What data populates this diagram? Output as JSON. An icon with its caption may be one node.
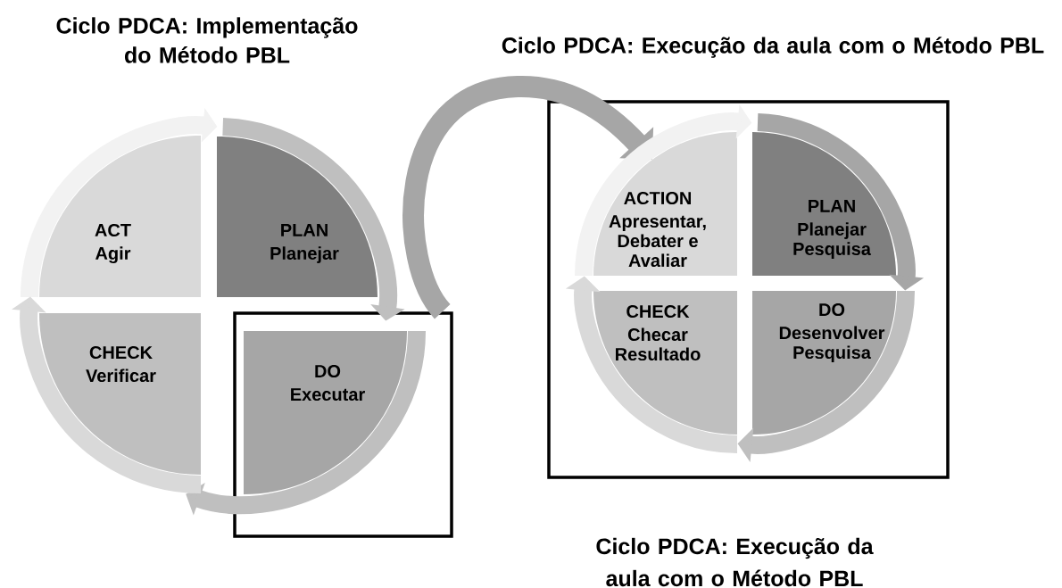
{
  "diagram": {
    "nodes": [
      {
        "text": [
          "ACT",
          "Agir"
        ]
      },
      {
        "text": [
          "PLAN",
          "Planejar"
        ]
      },
      {
        "text": [
          "CHECK",
          "Verificar"
        ]
      },
      {
        "text": [],
        "shape": "box"
      },
      {
        "text": [
          "DO",
          "Executar"
        ],
        "in": 3
      },
      {
        "text": [],
        "shape": "box"
      },
      {
        "text": [
          "ACTION",
          "Apresentar, Debater e Avaliar"
        ],
        "in": 5
      },
      {
        "text": [
          "PLAN",
          "Planejar Pesquisa"
        ],
        "in": 5
      },
      {
        "text": [
          "CHECK",
          "Checar Resultado"
        ],
        "in": 5
      },
      {
        "text": [
          "DO",
          "Desenvolver Pesquisa"
        ],
        "in": 5
      }
    ],
    "edges": [
      {
        "from": 0,
        "to": 1,
        "arrow": "to",
        "color": "#f2f2f2"
      },
      {
        "from": 1,
        "to": 4,
        "arrow": "to",
        "color": "#bfbfbf"
      },
      {
        "from": 4,
        "to": 2,
        "arrow": "to",
        "color": "#bfbfbf"
      },
      {
        "from": 2,
        "to": 0,
        "arrow": "to",
        "color": "#d9d9d9"
      },
      {
        "from": 3,
        "to": 6,
        "arrow": "to",
        "color": "#a6a6a6"
      },
      {
        "from": 6,
        "to": 7,
        "arrow": "to",
        "color": "#f2f2f2"
      },
      {
        "from": 7,
        "to": 9,
        "arrow": "to",
        "color": "#a6a6a6"
      },
      {
        "from": 9,
        "to": 8,
        "arrow": "to",
        "color": "#bfbfbf"
      },
      {
        "from": 8,
        "to": 6,
        "arrow": "to",
        "color": "#d9d9d9"
      }
    ],
    "labels": [
      "Ciclo PDCA: Implementação do Método PBL",
      "Ciclo PDCA: Execução da aula com o Método PBL",
      "Ciclo PDCA: Execução da aula com o Método PBL"
    ]
  }
}
